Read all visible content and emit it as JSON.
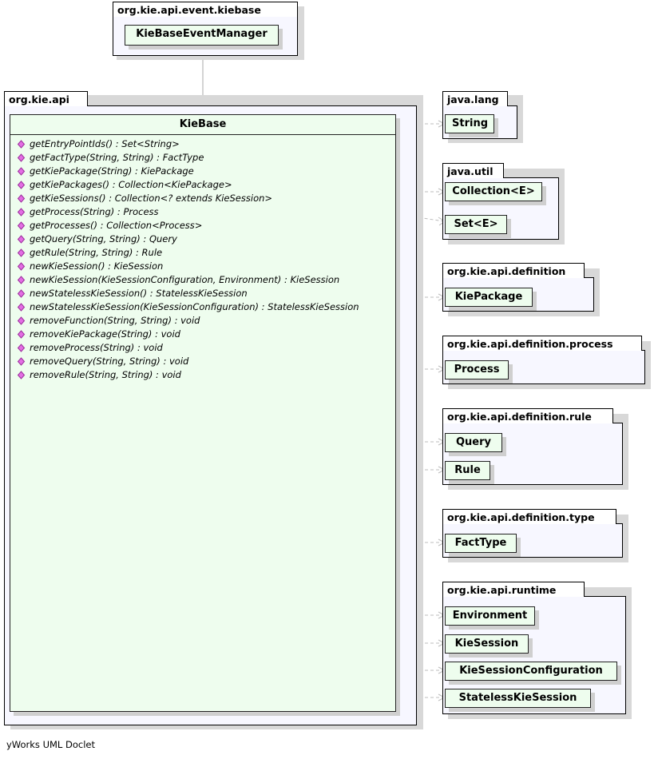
{
  "diagram": {
    "type": "uml-class-diagram",
    "caption": "yWorks UML Doclet",
    "packages": [
      {
        "id": "pkg-kiebase-event",
        "name": "org.kie.api.event.kiebase",
        "classes": [
          {
            "id": "cls-kiebaseeventmanager",
            "name": "KieBaseEventManager",
            "members": []
          }
        ]
      },
      {
        "id": "pkg-org-kie-api",
        "name": "org.kie.api",
        "classes": [
          {
            "id": "cls-kiebase",
            "name": "KieBase",
            "members": [
              {
                "visibility": "public",
                "text": "getEntryPointIds() : Set<String>"
              },
              {
                "visibility": "public",
                "text": "getFactType(String, String) : FactType"
              },
              {
                "visibility": "public",
                "text": "getKiePackage(String) : KiePackage"
              },
              {
                "visibility": "public",
                "text": "getKiePackages() : Collection<KiePackage>"
              },
              {
                "visibility": "public",
                "text": "getKieSessions() : Collection<? extends KieSession>"
              },
              {
                "visibility": "public",
                "text": "getProcess(String) : Process"
              },
              {
                "visibility": "public",
                "text": "getProcesses() : Collection<Process>"
              },
              {
                "visibility": "public",
                "text": "getQuery(String, String) : Query"
              },
              {
                "visibility": "public",
                "text": "getRule(String, String) : Rule"
              },
              {
                "visibility": "public",
                "text": "newKieSession() : KieSession"
              },
              {
                "visibility": "public",
                "text": "newKieSession(KieSessionConfiguration, Environment) : KieSession"
              },
              {
                "visibility": "public",
                "text": "newStatelessKieSession() : StatelessKieSession"
              },
              {
                "visibility": "public",
                "text": "newStatelessKieSession(KieSessionConfiguration) : StatelessKieSession"
              },
              {
                "visibility": "public",
                "text": "removeFunction(String, String) : void"
              },
              {
                "visibility": "public",
                "text": "removeKiePackage(String) : void"
              },
              {
                "visibility": "public",
                "text": "removeProcess(String) : void"
              },
              {
                "visibility": "public",
                "text": "removeQuery(String, String) : void"
              },
              {
                "visibility": "public",
                "text": "removeRule(String, String) : void"
              }
            ]
          }
        ]
      },
      {
        "id": "pkg-java-lang",
        "name": "java.lang",
        "classes": [
          {
            "id": "cls-string",
            "name": "String",
            "members": []
          }
        ]
      },
      {
        "id": "pkg-java-util",
        "name": "java.util",
        "classes": [
          {
            "id": "cls-collection",
            "name": "Collection<E>",
            "members": []
          },
          {
            "id": "cls-set",
            "name": "Set<E>",
            "members": []
          }
        ]
      },
      {
        "id": "pkg-definition",
        "name": "org.kie.api.definition",
        "classes": [
          {
            "id": "cls-kiepackage",
            "name": "KiePackage",
            "members": []
          }
        ]
      },
      {
        "id": "pkg-definition-process",
        "name": "org.kie.api.definition.process",
        "classes": [
          {
            "id": "cls-process",
            "name": "Process",
            "members": []
          }
        ]
      },
      {
        "id": "pkg-definition-rule",
        "name": "org.kie.api.definition.rule",
        "classes": [
          {
            "id": "cls-query",
            "name": "Query",
            "members": []
          },
          {
            "id": "cls-rule",
            "name": "Rule",
            "members": []
          }
        ]
      },
      {
        "id": "pkg-definition-type",
        "name": "org.kie.api.definition.type",
        "classes": [
          {
            "id": "cls-facttype",
            "name": "FactType",
            "members": []
          }
        ]
      },
      {
        "id": "pkg-runtime",
        "name": "org.kie.api.runtime",
        "classes": [
          {
            "id": "cls-environment",
            "name": "Environment",
            "members": []
          },
          {
            "id": "cls-kiesession",
            "name": "KieSession",
            "members": []
          },
          {
            "id": "cls-kiesessionconfiguration",
            "name": "KieSessionConfiguration",
            "members": []
          },
          {
            "id": "cls-statelesskiesession",
            "name": "StatelessKieSession",
            "members": []
          }
        ]
      }
    ],
    "relations": [
      {
        "from": "cls-kiebase",
        "to": "cls-kiebaseeventmanager",
        "type": "generalization"
      },
      {
        "from": "cls-kiebase",
        "to": "cls-string",
        "type": "dependency"
      },
      {
        "from": "cls-kiebase",
        "to": "cls-collection",
        "type": "dependency"
      },
      {
        "from": "cls-kiebase",
        "to": "cls-set",
        "type": "dependency"
      },
      {
        "from": "cls-kiebase",
        "to": "cls-kiepackage",
        "type": "dependency"
      },
      {
        "from": "cls-kiebase",
        "to": "cls-process",
        "type": "dependency"
      },
      {
        "from": "cls-kiebase",
        "to": "cls-query",
        "type": "dependency"
      },
      {
        "from": "cls-kiebase",
        "to": "cls-rule",
        "type": "dependency"
      },
      {
        "from": "cls-kiebase",
        "to": "cls-facttype",
        "type": "dependency"
      },
      {
        "from": "cls-kiebase",
        "to": "cls-environment",
        "type": "dependency"
      },
      {
        "from": "cls-kiebase",
        "to": "cls-kiesession",
        "type": "dependency"
      },
      {
        "from": "cls-kiebase",
        "to": "cls-kiesessionconfiguration",
        "type": "dependency"
      },
      {
        "from": "cls-kiebase",
        "to": "cls-statelesskiesession",
        "type": "dependency"
      }
    ],
    "colors": {
      "class_fill": "#eefdee",
      "package_fill": "#f7f7ff",
      "edge": "#b0b0b0",
      "visibility_public": "#e060e0",
      "border": "#222222"
    }
  }
}
